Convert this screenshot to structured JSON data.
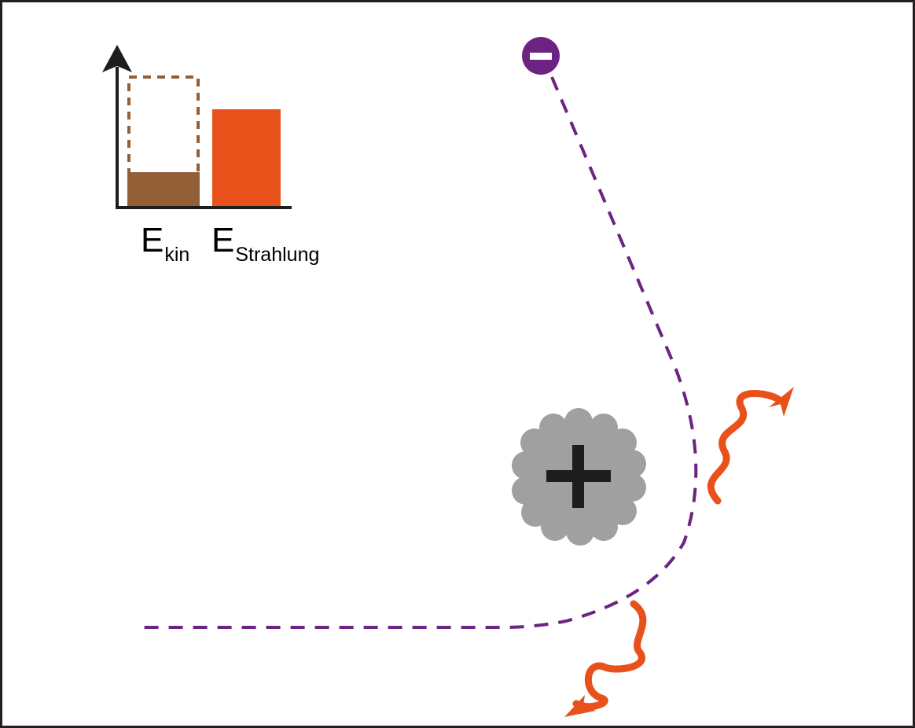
{
  "energy_chart": {
    "kinetic_label": {
      "main": "E",
      "sub": "kin"
    },
    "radiation_label": {
      "main": "E",
      "sub": "Strahlung"
    },
    "colors": {
      "kinetic": "#935f37",
      "radiation": "#e9511b",
      "axis": "#1d1d1b"
    }
  },
  "particles": {
    "electron_sign": "−",
    "nucleus_sign": "+",
    "colors": {
      "electron": "#6c2382",
      "nucleus": "#a0a0a0",
      "path": "#6c2382",
      "photon": "#e9511b"
    }
  }
}
